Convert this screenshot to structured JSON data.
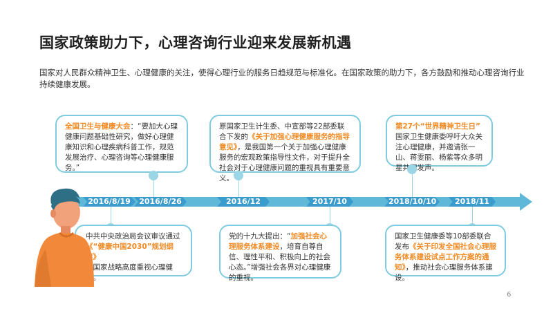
{
  "title": "国家政策助力下，心理咨询行业迎来发展新机遇",
  "intro": "国家对人民群众精神卫生、心理健康的关注，使得心理行业的服务日趋规范与标准化。在国家政策的助力下，各方鼓励和推动心理咨询行业持续健康发展。",
  "timeline": {
    "dates": [
      "2016/8/19",
      "2016/8/26",
      "2016/12",
      "2017/10",
      "2018/10/10",
      "2018/11"
    ]
  },
  "cards": {
    "top1": {
      "highlight": "全国卫生与健康大会",
      "text": "：“要加大心理健康问题基础性研究，做好心理健康知识和心理疾病科普工作，规范发展治疗、心理咨询等心理健康服务。”"
    },
    "top2": {
      "pre": "原国家卫生计生委、中宣部等22部委联合下发的",
      "highlight": "《关于加强心理健康服务的指导意见》",
      "text": "，是我国第一个关于加强心理健康服务的宏观政策指导性文件，对于提升全社会对于心理健康问题的重视具有重要意义。"
    },
    "top3": {
      "highlight": "第27个“世界精神卫生日”",
      "text": "国家卫生健康委呼吁大众关注心理健康，并邀请张一山、蒋雯丽、杨紫等众多明星共同发声。"
    },
    "bottom1": {
      "pre": "中共中央政治局会议审议通过",
      "highlight": "《“健康中国2030”规划纲要》",
      "text": "从国家战略高度重视心理健康。"
    },
    "bottom2": {
      "pre": "党的十九大提出：“",
      "highlight": "加强社会心理服务体系建设",
      "text": "，培育自尊自信、理性平和、积极向上的社会心态。”增强社会各界对心理健康的重视。"
    },
    "bottom3": {
      "pre": "国家卫生健康委等10部委联合发布",
      "highlight": "《关于印发全国社会心理服务体系建设试点工作方案的通知》",
      "text": "，推动社会心理服务体系建设。"
    }
  },
  "page_number": "6",
  "colors": {
    "accent": "#f08a24",
    "timeline": "#5fb8d8",
    "date_segment": "#3a9ccd",
    "card_border": "#7ecbe0"
  }
}
